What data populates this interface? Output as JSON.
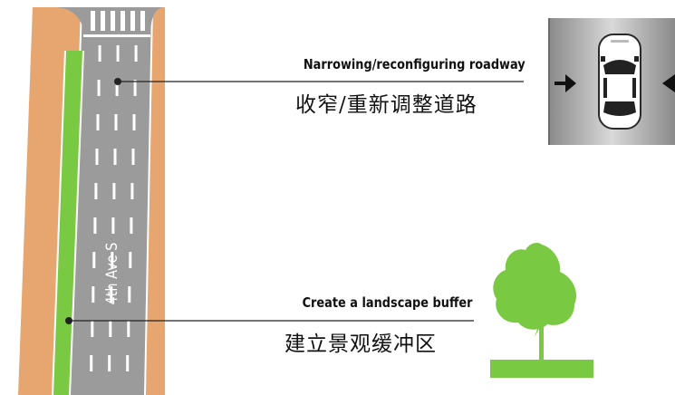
{
  "street": {
    "name": "4th Ave S"
  },
  "callouts": {
    "roadway": {
      "en": "Narrowing/reconfiguring roadway",
      "zh": "收窄/重新调整道路"
    },
    "buffer": {
      "en": "Create a landscape buffer",
      "zh": "建立景观缓冲区"
    }
  },
  "icons": {
    "roadway": "car-between-arrows-icon",
    "buffer": "tree-icon"
  },
  "colors": {
    "sidewalk": "#e7a66f",
    "road": "#9b9b9b",
    "green": "#7ac943",
    "lane-markings": "#ffffff",
    "leader-line": "#222222"
  }
}
